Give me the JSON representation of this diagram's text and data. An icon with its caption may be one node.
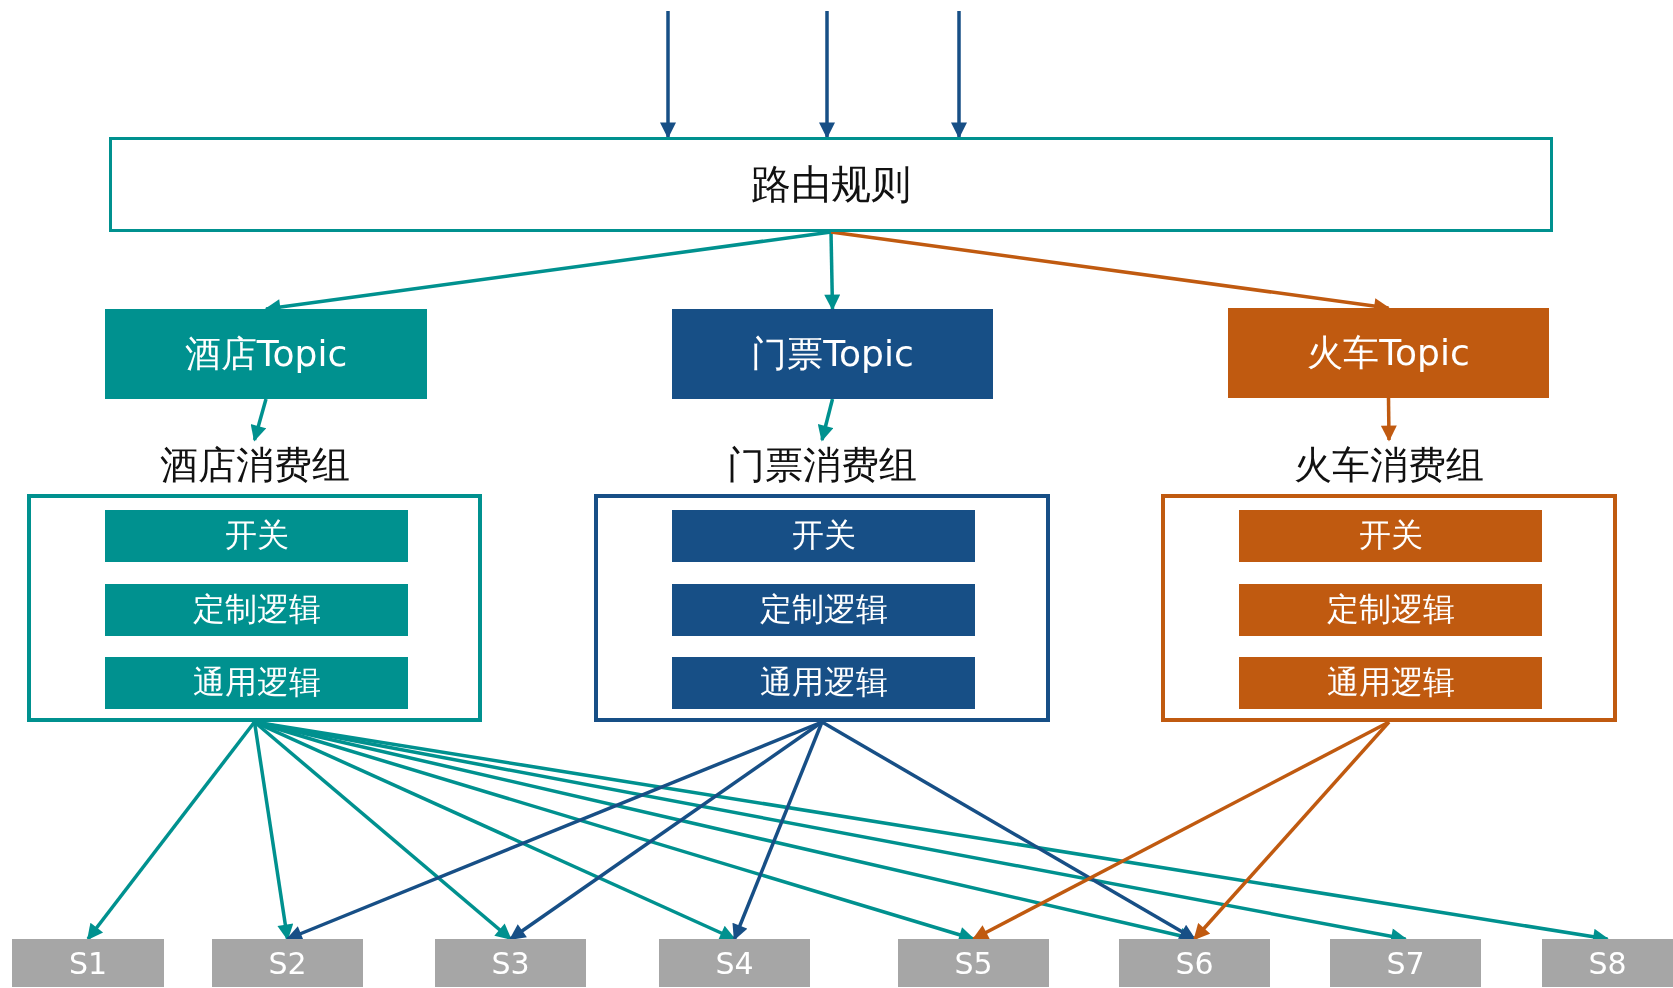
{
  "diagram": {
    "nodes": [
      {
        "text": [
          "路由规则"
        ]
      },
      {
        "text": [
          "酒店Topic"
        ]
      },
      {
        "text": [
          "门票Topic"
        ]
      },
      {
        "text": [
          "火车Topic"
        ]
      },
      {
        "text": [
          "酒店消费组"
        ]
      },
      {
        "text": [
          "开关"
        ],
        "in": 4
      },
      {
        "text": [
          "定制逻辑"
        ],
        "in": 4
      },
      {
        "text": [
          "通用逻辑"
        ],
        "in": 4
      },
      {
        "text": [
          "门票消费组"
        ]
      },
      {
        "text": [
          "开关"
        ],
        "in": 8
      },
      {
        "text": [
          "定制逻辑"
        ],
        "in": 8
      },
      {
        "text": [
          "通用逻辑"
        ],
        "in": 8
      },
      {
        "text": [
          "火车消费组"
        ]
      },
      {
        "text": [
          "开关"
        ],
        "in": 12
      },
      {
        "text": [
          "定制逻辑"
        ],
        "in": 12
      },
      {
        "text": [
          "通用逻辑"
        ],
        "in": 12
      },
      {
        "text": [
          "S1"
        ]
      },
      {
        "text": [
          "S2"
        ]
      },
      {
        "text": [
          "S3"
        ]
      },
      {
        "text": [
          "S4"
        ]
      },
      {
        "text": [
          "S5"
        ]
      },
      {
        "text": [
          "S6"
        ]
      },
      {
        "text": [
          "S7"
        ]
      },
      {
        "text": [
          "S8"
        ]
      }
    ],
    "edges": [
      {
        "from": null,
        "to": 0,
        "arrow": "to",
        "color": "#174f86"
      },
      {
        "from": null,
        "to": 0,
        "arrow": "to",
        "color": "#174f86"
      },
      {
        "from": null,
        "to": 0,
        "arrow": "to",
        "color": "#174f86"
      },
      {
        "from": 0,
        "to": 1,
        "arrow": "to"
      },
      {
        "from": 0,
        "to": 2,
        "arrow": "to"
      },
      {
        "from": 0,
        "to": 3,
        "arrow": "to",
        "color": "#c05a10"
      },
      {
        "from": 1,
        "to": 4,
        "arrow": "to"
      },
      {
        "from": 2,
        "to": 8,
        "arrow": "to"
      },
      {
        "from": 3,
        "to": 12,
        "arrow": "to",
        "color": "#c05a10"
      },
      {
        "from": 4,
        "to": 16,
        "arrow": "to"
      },
      {
        "from": 4,
        "to": 17,
        "arrow": "to"
      },
      {
        "from": 4,
        "to": 18,
        "arrow": "to"
      },
      {
        "from": 4,
        "to": 19,
        "arrow": "to"
      },
      {
        "from": 4,
        "to": 20,
        "arrow": "to"
      },
      {
        "from": 4,
        "to": 21,
        "arrow": "to"
      },
      {
        "from": 4,
        "to": 22,
        "arrow": "to"
      },
      {
        "from": 4,
        "to": 23,
        "arrow": "to"
      },
      {
        "from": 8,
        "to": 17,
        "arrow": "to",
        "color": "#174f86"
      },
      {
        "from": 8,
        "to": 18,
        "arrow": "to",
        "color": "#174f86"
      },
      {
        "from": 8,
        "to": 19,
        "arrow": "to",
        "color": "#174f86"
      },
      {
        "from": 8,
        "to": 21,
        "arrow": "to",
        "color": "#174f86"
      },
      {
        "from": 12,
        "to": 20,
        "arrow": "to",
        "color": "#c05a10"
      },
      {
        "from": 12,
        "to": 21,
        "arrow": "to",
        "color": "#c05a10"
      }
    ]
  }
}
